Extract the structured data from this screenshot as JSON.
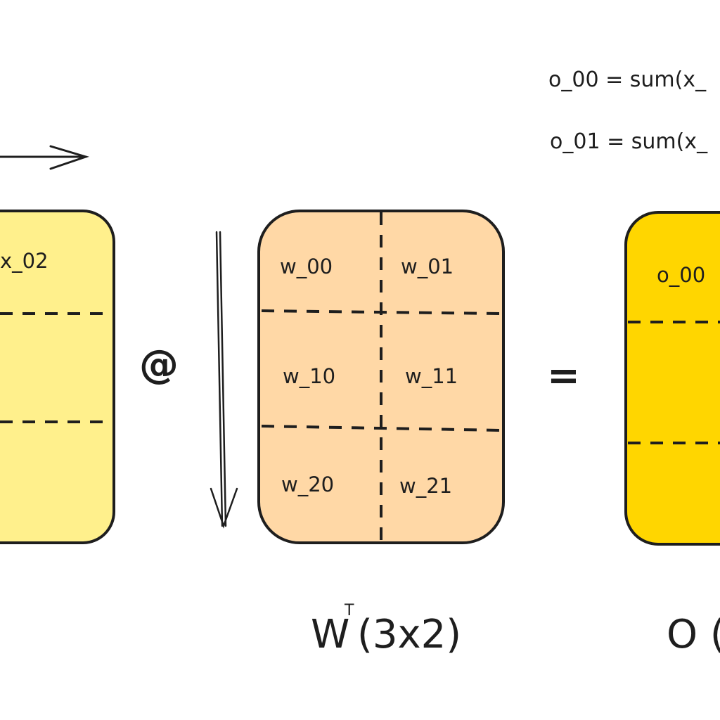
{
  "formulas": [
    "o_00 = sum(x_",
    "o_01 = sum(x_"
  ],
  "x_matrix": {
    "cell": "x_02"
  },
  "w_matrix": {
    "cells": [
      [
        "w_00",
        "w_01"
      ],
      [
        "w_10",
        "w_11"
      ],
      [
        "w_20",
        "w_21"
      ]
    ],
    "caption": {
      "base": "W",
      "sup": "T",
      "dims": "(3x2)"
    }
  },
  "o_matrix": {
    "cell": "o_00",
    "caption": "O ("
  },
  "operators": {
    "matmul": "@",
    "equals": "="
  },
  "colors": {
    "x_fill": "#fff08c",
    "w_fill": "#ffd8a6",
    "o_fill": "#ffd600",
    "stroke": "#1e1e1e"
  }
}
